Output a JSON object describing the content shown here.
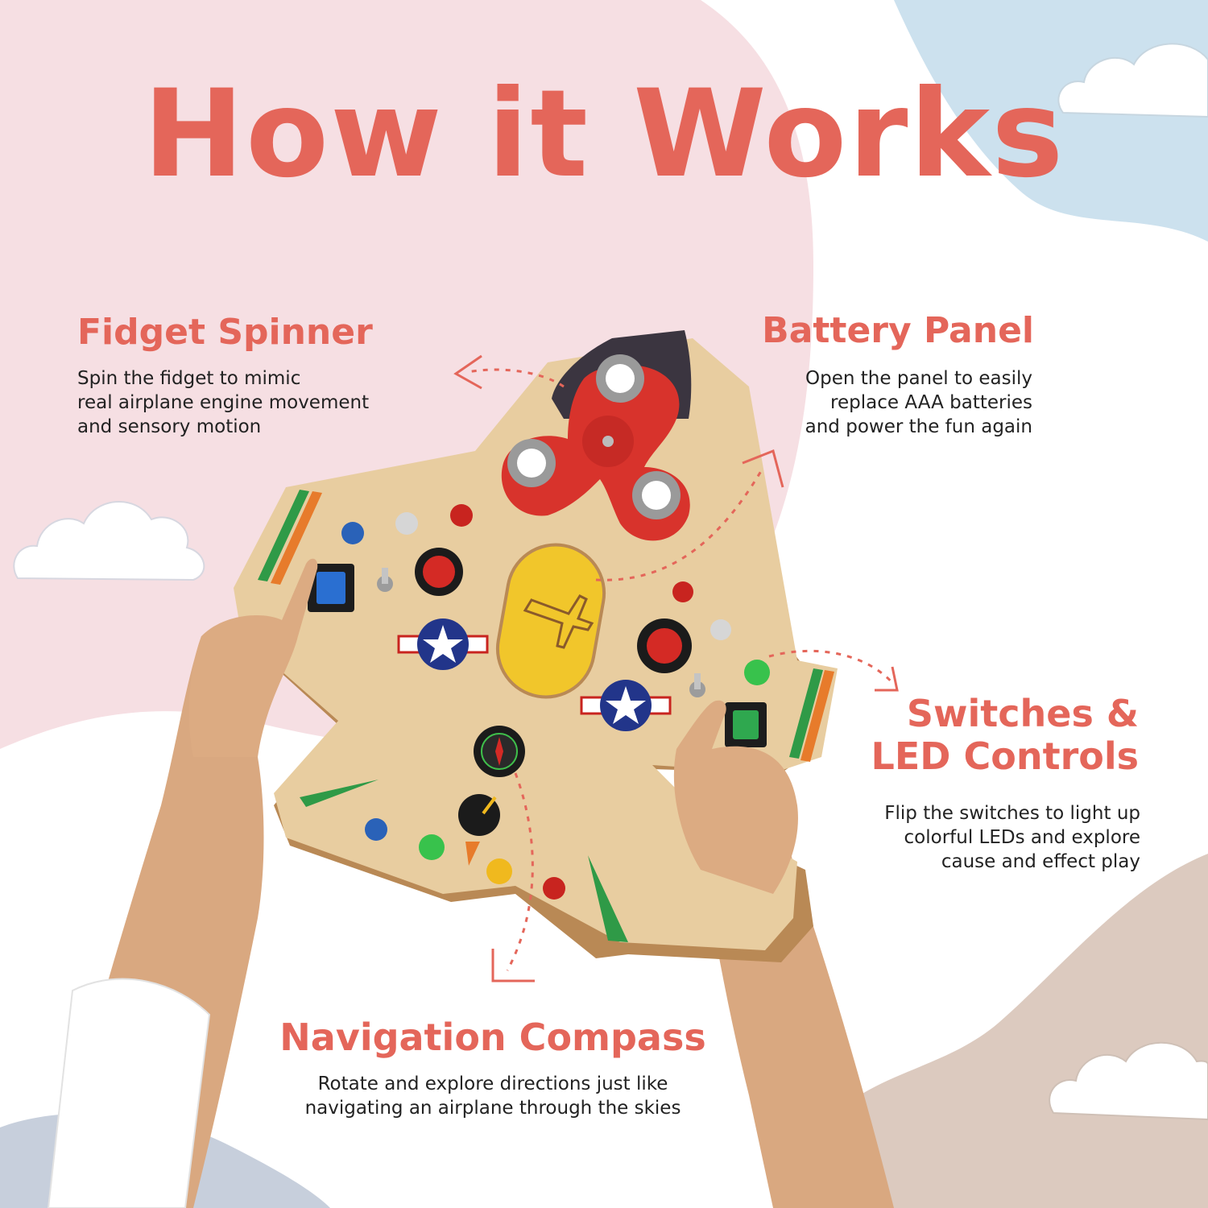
{
  "title": "How it Works",
  "colors": {
    "accent": "#e4665a",
    "pink_blob": "#f5dde1",
    "blue_blob": "#c9dfec",
    "taupe_blob": "#d9c6bb",
    "wood": "#e9cfa2"
  },
  "features": [
    {
      "title": "Fidget Spinner",
      "description": "Spin the fidget to mimic\nreal airplane engine movement\nand sensory motion"
    },
    {
      "title": "Battery Panel",
      "description": "Open the panel to easily\nreplace AAA batteries\nand power the fun again"
    },
    {
      "title": "Switches &\nLED Controls",
      "description": "Flip the switches to light up\ncolorful LEDs and explore\ncause  and effect play"
    },
    {
      "title": "Navigation Compass",
      "description": "Rotate and explore directions just like\nnavigating an airplane through the skies"
    }
  ],
  "icons": [
    "cloud-icon",
    "arrow-icon",
    "star-roundel-icon",
    "airplane-icon",
    "compass-icon"
  ]
}
